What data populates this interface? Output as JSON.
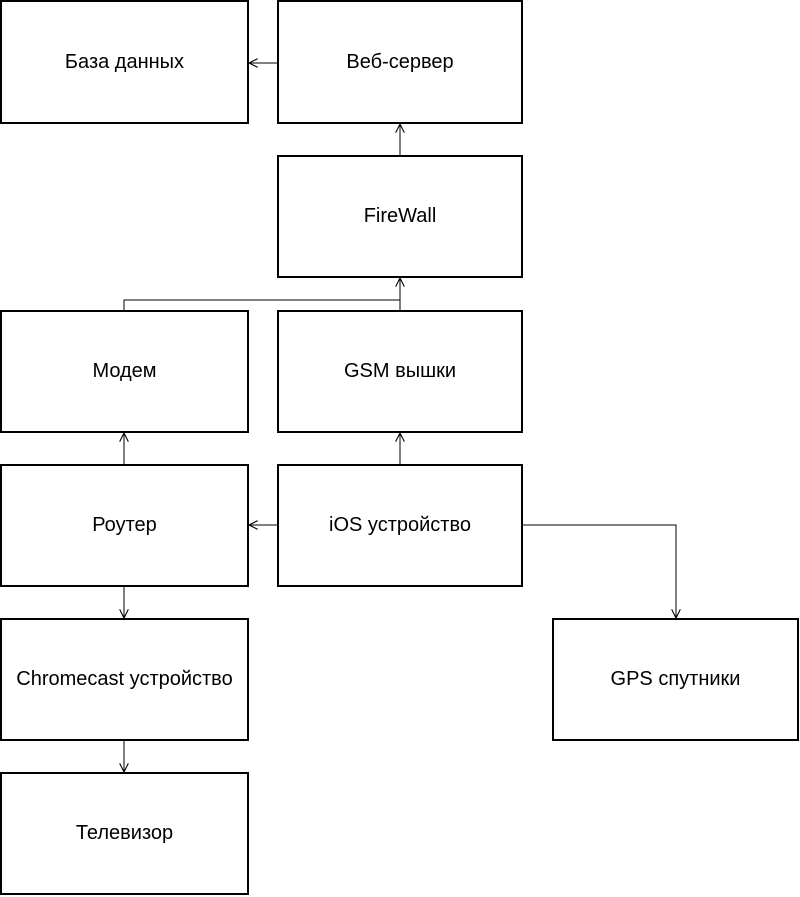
{
  "nodes": {
    "database": "База данных",
    "web_server": "Веб-сервер",
    "firewall": "FireWall",
    "modem": "Модем",
    "gsm_towers": "GSM вышки",
    "router": "Роутер",
    "ios_device": "iOS устройство",
    "chromecast": "Chromecast устройство",
    "gps_satellites": "GPS спутники",
    "tv": "Телевизор"
  },
  "edges": [
    {
      "from": "web_server",
      "to": "database"
    },
    {
      "from": "firewall",
      "to": "web_server"
    },
    {
      "from": "modem",
      "to": "firewall"
    },
    {
      "from": "gsm_towers",
      "to": "firewall"
    },
    {
      "from": "router",
      "to": "modem"
    },
    {
      "from": "ios_device",
      "to": "gsm_towers"
    },
    {
      "from": "ios_device",
      "to": "router"
    },
    {
      "from": "ios_device",
      "to": "gps_satellites"
    },
    {
      "from": "router",
      "to": "chromecast"
    },
    {
      "from": "chromecast",
      "to": "tv"
    }
  ]
}
